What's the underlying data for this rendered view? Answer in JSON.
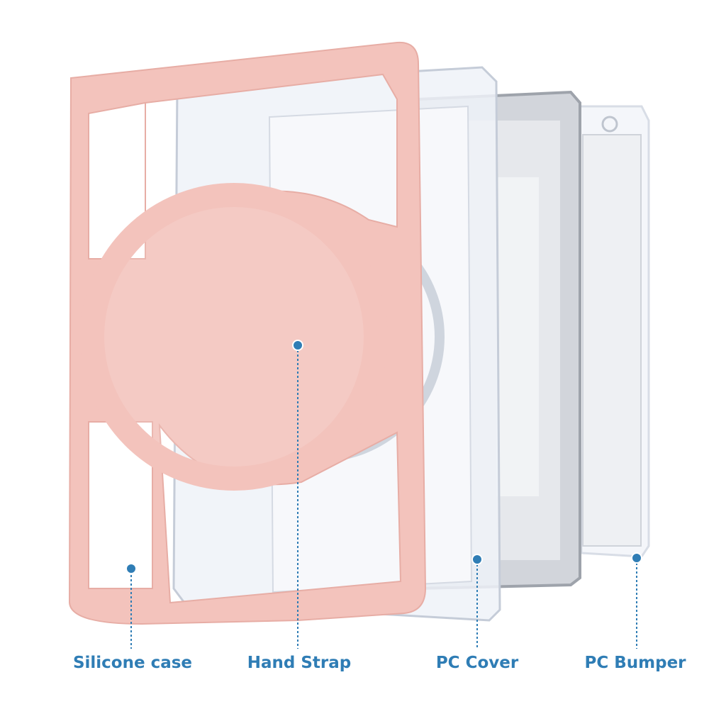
{
  "colors": {
    "label": "#2f7db5",
    "silicone": "#f3c3bc",
    "screen": "#c9ccd2"
  },
  "callouts": [
    {
      "label": "Silicone case"
    },
    {
      "label": "Hand Strap"
    },
    {
      "label": "PC Cover"
    },
    {
      "label": "PC Bumper"
    }
  ]
}
